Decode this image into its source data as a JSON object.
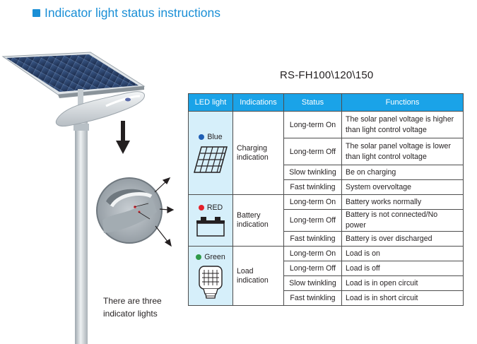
{
  "header": {
    "title": "Indicator light status instructions"
  },
  "illustration": {
    "caption_line1": "There are three",
    "caption_line2": "indicator lights"
  },
  "model": "RS-FH100\\120\\150",
  "table": {
    "headers": [
      "LED light",
      "Indications",
      "Status",
      "Functions"
    ],
    "groups": [
      {
        "led": "Blue",
        "led_color": "#1f5fb5",
        "icon": "solar-panel-icon",
        "indication_line1": "Charging",
        "indication_line2": "indication",
        "rows": [
          {
            "status": "Long-term On",
            "function_line1": "The solar panel voltage is higher",
            "function_line2": "than light control voltage"
          },
          {
            "status": "Long-term Off",
            "function_line1": "The solar panel voltage is lower",
            "function_line2": "than light control voltage"
          },
          {
            "status": "Slow twinkling",
            "function_line1": "Be on charging"
          },
          {
            "status": "Fast twinkling",
            "function_line1": "System overvoltage"
          }
        ]
      },
      {
        "led": "RED",
        "led_color": "#e4202a",
        "icon": "battery-icon",
        "indication_line1": "Battery",
        "indication_line2": "indication",
        "rows": [
          {
            "status": "Long-term On",
            "function_line1": "Battery works normally"
          },
          {
            "status": "Long-term Off",
            "function_line1": "Battery is not connected/No power"
          },
          {
            "status": "Fast twinkling",
            "function_line1": "Battery is over discharged"
          }
        ]
      },
      {
        "led": "Green",
        "led_color": "#2f9a48",
        "icon": "lamp-bulb-icon",
        "indication_line1": "Load",
        "indication_line2": "indication",
        "rows": [
          {
            "status": "Long-term On",
            "function_line1": "Load is on"
          },
          {
            "status": "Long-term Off",
            "function_line1": "Load is off"
          },
          {
            "status": "Slow twinkling",
            "function_line1": "Load is in open circuit"
          },
          {
            "status": "Fast twinkling",
            "function_line1": "Load is in short circuit"
          }
        ]
      }
    ]
  }
}
